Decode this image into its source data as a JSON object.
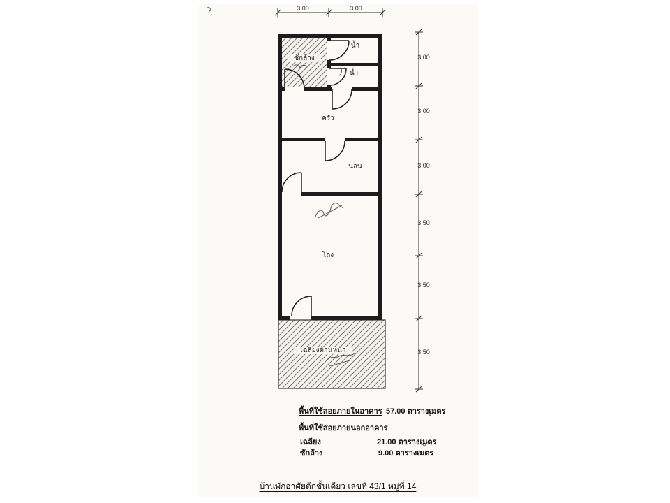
{
  "document": {
    "caption": "บ้านพักอาศัยตึกชั้นเดียว เลขที่ 43/1 หมู่ที่ 14"
  },
  "plan": {
    "rooms": {
      "laundry": "ซักล้าง",
      "bath_top": "น้ำ",
      "bath_bottom": "น้ำ",
      "kitchen": "ครัว",
      "bedroom": "นอน",
      "hall": "โถง",
      "porch": "เฉลียงด้านหน้า"
    },
    "dimensions": {
      "top": [
        "3.00",
        "3.00"
      ],
      "right": [
        "3.00",
        "3.00",
        "3.00",
        "3.50",
        "3.50",
        "3.50"
      ]
    },
    "ink_color": "#1c1c1c",
    "hatch_color": "#777777"
  },
  "summary": {
    "interior": {
      "label": "พื้นที่ใช้สอยภายในอาคาร",
      "value": "57.00 ตารางเมตร"
    },
    "exterior_heading": "พื้นที่ใช้สอยภายนอกอาคาร",
    "exterior_items": [
      {
        "label": "เฉลียง",
        "value": "21.00 ตารางเมตร"
      },
      {
        "label": "ซักล้าง",
        "value": "9.00 ตารางเมตร"
      }
    ]
  }
}
